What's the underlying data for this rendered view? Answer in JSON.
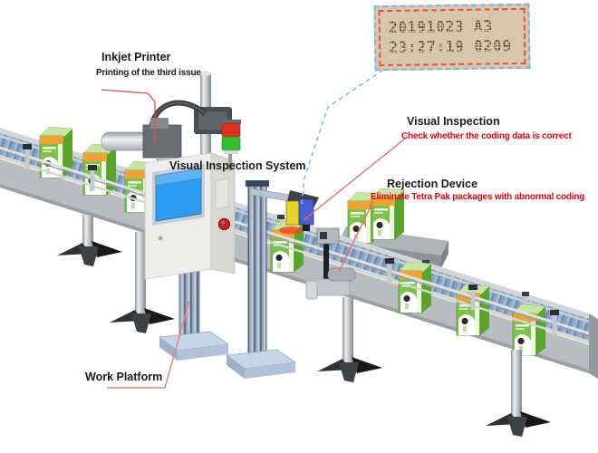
{
  "diagram": {
    "code_display": {
      "line1": "20191023 A3",
      "line2": "23:27:19 0209"
    },
    "labels": {
      "inkjet_printer": {
        "title": "Inkjet Printer",
        "subtitle": "Printing of the third issue"
      },
      "visual_inspection_system": {
        "title": "Visual Inspection System"
      },
      "visual_inspection": {
        "title": "Visual Inspection",
        "subtitle": "Check whether the coding data is correct"
      },
      "rejection_device": {
        "title": "Rejection Device",
        "subtitle": "Eliminate Tetra Pak packages with abnormal coding"
      },
      "work_platform": {
        "title": "Work Platform"
      }
    }
  },
  "colors": {
    "label_accent": "#e60012",
    "screen_blue": "#2d9bf0",
    "stack_red": "#e03020",
    "stack_green": "#2fbf2f",
    "package_green": "#7cc24a",
    "camera_blue": "#4a5fd0",
    "sensor_yellow": "#e8d428",
    "belt_slat": "#7fa0c2",
    "code_bg": "#d9c7ab",
    "code_border_red": "#e05545",
    "code_border_blue": "#7fb2e8"
  }
}
